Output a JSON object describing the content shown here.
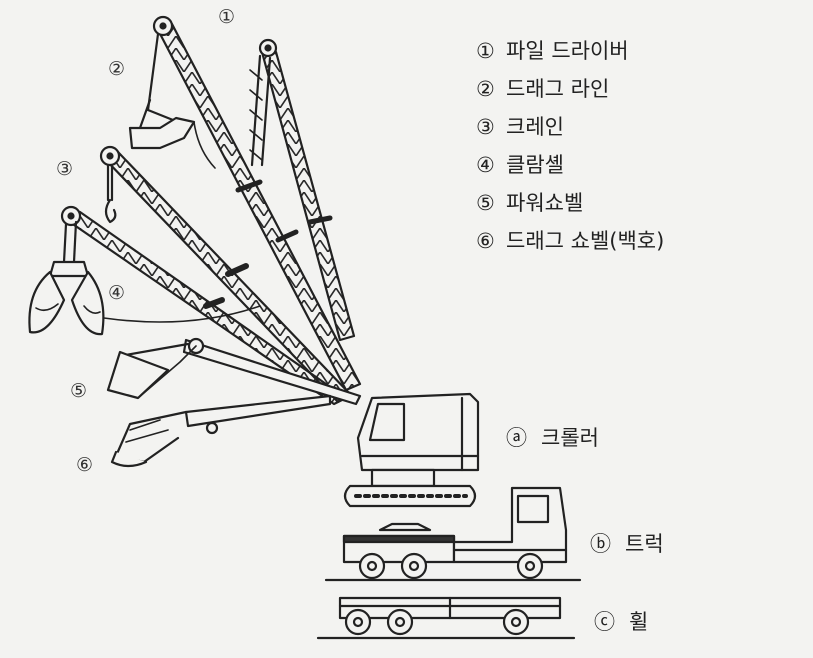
{
  "legend": [
    {
      "num": "①",
      "label": "파일 드라이버"
    },
    {
      "num": "②",
      "label": "드래그 라인"
    },
    {
      "num": "③",
      "label": "크레인"
    },
    {
      "num": "④",
      "label": "클람셸"
    },
    {
      "num": "⑤",
      "label": "파워쇼벨"
    },
    {
      "num": "⑥",
      "label": "드래그 쇼벨(백호)"
    }
  ],
  "markers": {
    "m1": "①",
    "m2": "②",
    "m3": "③",
    "m4": "④",
    "m5": "⑤",
    "m6": "⑥"
  },
  "carriers": [
    {
      "num": "ⓐ",
      "label": "크롤러"
    },
    {
      "num": "ⓑ",
      "label": "트럭"
    },
    {
      "num": "ⓒ",
      "label": "휠"
    }
  ]
}
